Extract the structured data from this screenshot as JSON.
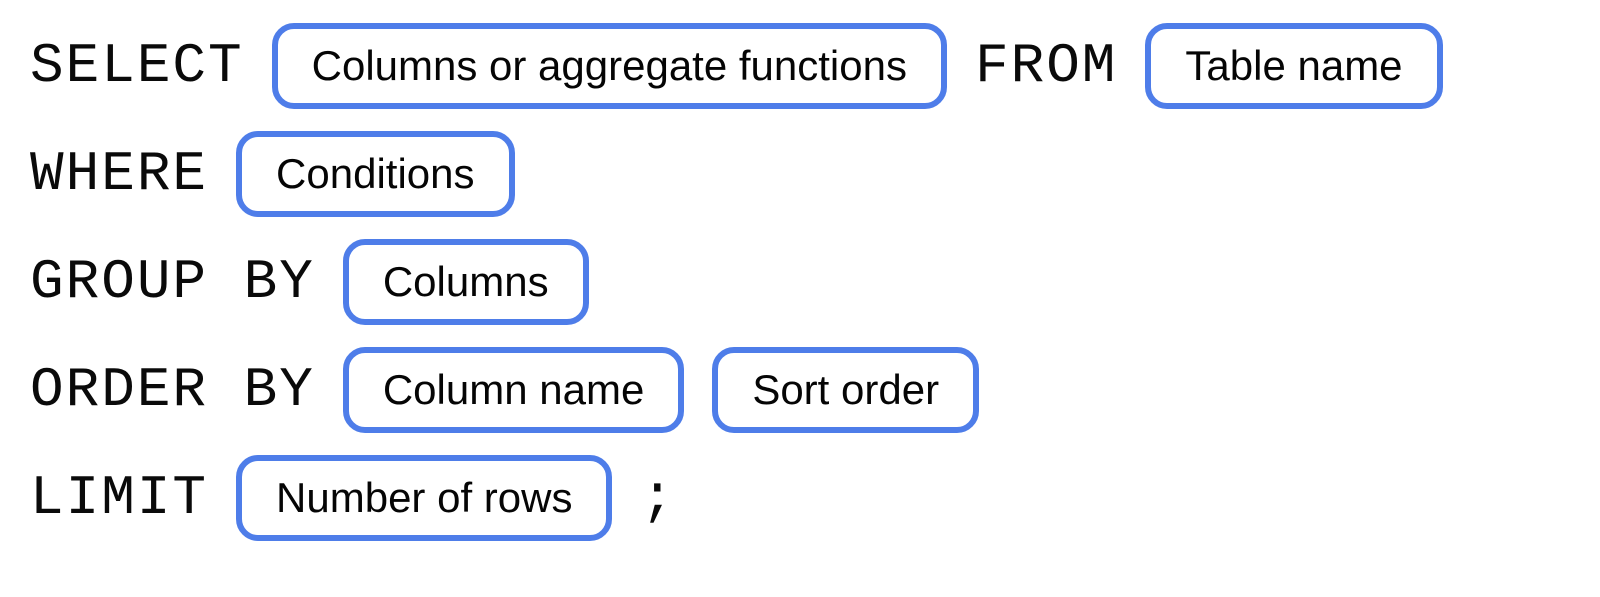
{
  "diagram": {
    "description": "SQL query syntax diagram with keywords and placeholder pills",
    "accent_color": "#4E7DE9",
    "keyword_color": "#0A0A0A",
    "pill_text_color": "#050505",
    "background_color": "#FFFFFF",
    "rows": [
      {
        "segments": [
          {
            "type": "keyword",
            "text": "SELECT"
          },
          {
            "type": "pill",
            "text": "Columns or aggregate functions"
          },
          {
            "type": "keyword",
            "text": "FROM"
          },
          {
            "type": "pill",
            "text": "Table name"
          }
        ]
      },
      {
        "segments": [
          {
            "type": "keyword",
            "text": "WHERE"
          },
          {
            "type": "pill",
            "text": "Conditions"
          }
        ]
      },
      {
        "segments": [
          {
            "type": "keyword",
            "text": "GROUP BY"
          },
          {
            "type": "pill",
            "text": "Columns"
          }
        ]
      },
      {
        "segments": [
          {
            "type": "keyword",
            "text": "ORDER BY"
          },
          {
            "type": "pill",
            "text": "Column name"
          },
          {
            "type": "pill",
            "text": "Sort order"
          }
        ]
      },
      {
        "segments": [
          {
            "type": "keyword",
            "text": "LIMIT"
          },
          {
            "type": "pill",
            "text": "Number of rows"
          },
          {
            "type": "terminator",
            "text": ";"
          }
        ]
      }
    ]
  }
}
